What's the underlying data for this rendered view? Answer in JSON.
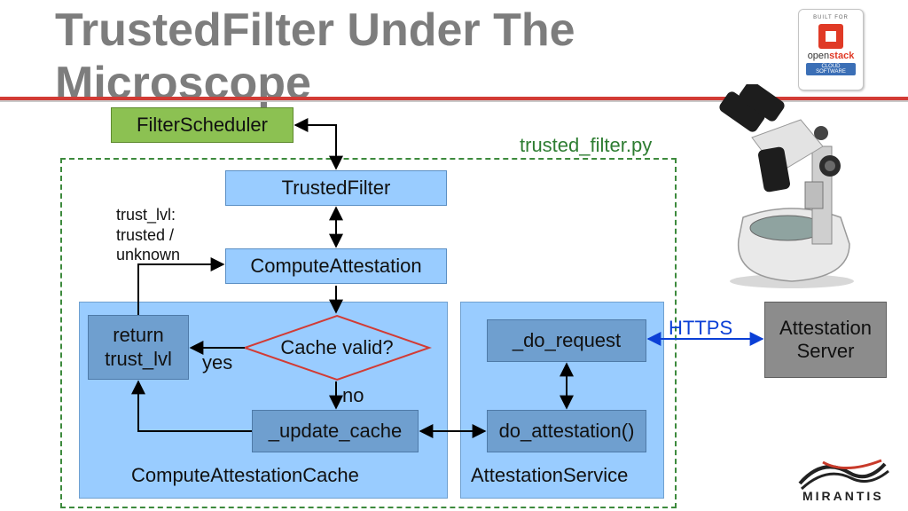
{
  "slide": {
    "title": "TrustedFilter Under The Microscope"
  },
  "badge": {
    "built_for": "BUILT FOR",
    "brand_prefix": "open",
    "brand_suffix": "stack",
    "sub": "CLOUD SOFTWARE"
  },
  "diagram": {
    "filter_scheduler": "FilterScheduler",
    "file_label": "trusted_filter.py",
    "trusted_filter": "TrustedFilter",
    "trust_note": [
      "trust_lvl:",
      "trusted /",
      "unknown"
    ],
    "compute_attestation": "ComputeAttestation",
    "return_box": [
      "return",
      "trust_lvl"
    ],
    "cache_valid": "Cache valid?",
    "yes_label": "yes",
    "no_label": "no",
    "update_cache": "_update_cache",
    "cache_panel": "ComputeAttestationCache",
    "do_request": "_do_request",
    "https_label": "HTTPS",
    "do_attestation": "do_attestation()",
    "service_panel": "AttestationService",
    "attestation_server": [
      "Attestation",
      "Server"
    ]
  },
  "footer": {
    "logo_text": "MIRANTIS"
  },
  "colors": {
    "box_light": "#99ccff",
    "box_mid": "#6f9fcf",
    "scheduler_green": "#8cc152",
    "server_gray": "#8c8c8c",
    "accent_red": "#d23b35",
    "https_blue": "#0b3fd6"
  }
}
